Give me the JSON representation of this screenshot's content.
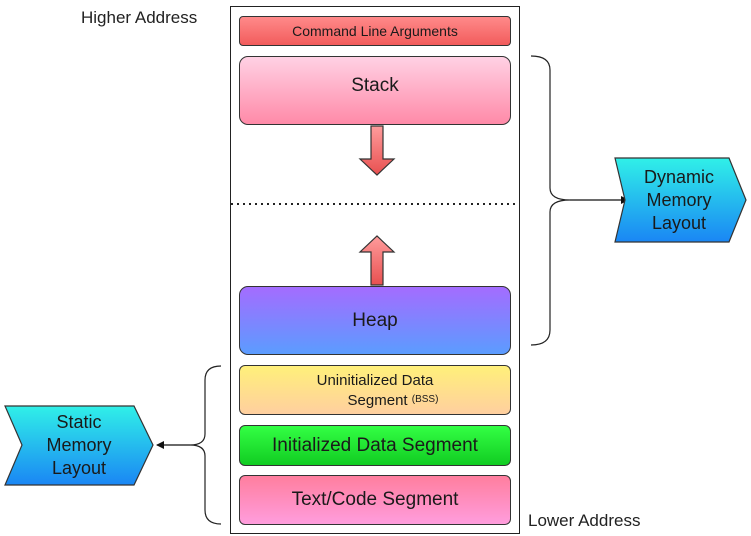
{
  "address": {
    "higher": "Higher Address",
    "lower": "Lower Address"
  },
  "segments": {
    "command_line_arguments": "Command Line Arguments",
    "stack": "Stack",
    "heap": "Heap",
    "bss_line1": "Uninitialized Data",
    "bss_line2": "Segment",
    "bss_suffix": "(BSS)",
    "initialized_data": "Initialized Data Segment",
    "text_code": "Text/Code Segment"
  },
  "groups": {
    "dynamic": [
      "Dynamic",
      "Memory",
      "Layout"
    ],
    "static": [
      "Static",
      "Memory",
      "Layout"
    ]
  },
  "colors": {
    "command_line_arguments": "#f46464",
    "stack": "#ff9fb8",
    "heap": "#7a86ff",
    "bss": "#ffe38a",
    "initialized_data": "#22e633",
    "text_code": "#ff8ec4",
    "growth_arrow": "#f06a6a",
    "tag": "#1aa0f0"
  }
}
